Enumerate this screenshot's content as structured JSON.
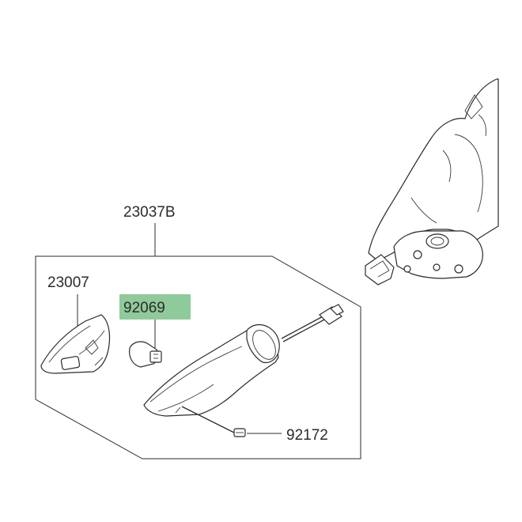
{
  "diagram": {
    "parts": [
      {
        "part_no": "23037B"
      },
      {
        "part_no": "23007"
      },
      {
        "part_no": "92069",
        "highlighted": true
      },
      {
        "part_no": "92172"
      }
    ],
    "highlight_color": "#8fca9a"
  }
}
